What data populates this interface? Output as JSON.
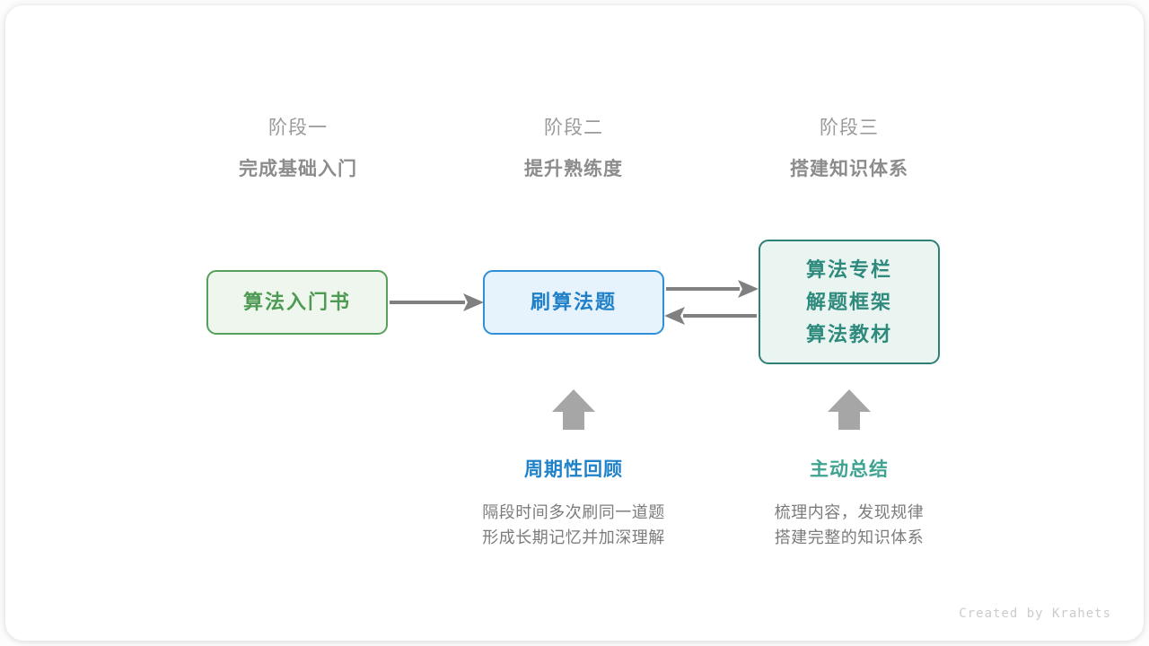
{
  "canvas": {
    "background": "#fdfdfd",
    "card_background": "#ffffff"
  },
  "colors": {
    "green": "#4d9a53",
    "green_border": "#55a05a",
    "green_fill": "#eef6ee",
    "blue": "#2080c8",
    "blue_border": "#2f90d8",
    "blue_fill": "#e6f2fc",
    "teal": "#2e8a7c",
    "teal_border": "#2e8075",
    "teal_fill": "#eaf5f2",
    "arrow_gray": "#808080",
    "header_gray": "#9a9a9a",
    "subtitle_gray": "#8c8c8c",
    "body_gray": "#7c7c7c",
    "credit_gray": "#cccccc"
  },
  "stages": [
    {
      "name": "阶段一",
      "goal": "完成基础入门"
    },
    {
      "name": "阶段二",
      "goal": "提升熟练度"
    },
    {
      "name": "阶段三",
      "goal": "搭建知识体系"
    }
  ],
  "boxes": [
    {
      "id": "book",
      "lines": [
        "算法入门书"
      ],
      "style": "green"
    },
    {
      "id": "practice",
      "lines": [
        "刷算法题"
      ],
      "style": "blue"
    },
    {
      "id": "knowledge",
      "lines": [
        "算法专栏",
        "解题框架",
        "算法教材"
      ],
      "style": "teal"
    }
  ],
  "arrows": [
    {
      "id": "book-to-practice",
      "direction": "right"
    },
    {
      "id": "practice-to-knowledge",
      "direction": "right"
    },
    {
      "id": "knowledge-to-practice",
      "direction": "left"
    },
    {
      "id": "review-up",
      "direction": "up"
    },
    {
      "id": "summary-up",
      "direction": "up"
    }
  ],
  "annotations": [
    {
      "id": "review",
      "title": "周期性回顾",
      "accent": "blue",
      "desc_lines": [
        "隔段时间多次刷同一道题",
        "形成长期记忆并加深理解"
      ]
    },
    {
      "id": "summary",
      "title": "主动总结",
      "accent": "teal",
      "desc_lines": [
        "梳理内容，发现规律",
        "搭建完整的知识体系"
      ]
    }
  ],
  "credit": "Created by Krahets"
}
